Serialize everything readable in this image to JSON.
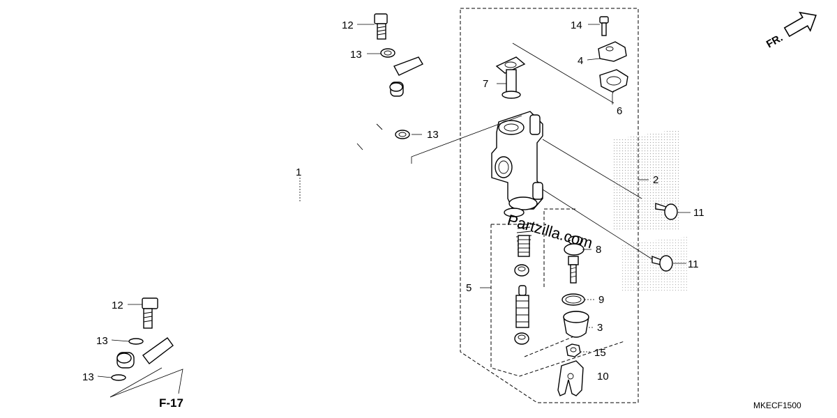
{
  "parts": [
    {
      "id": "p1",
      "number": "1"
    },
    {
      "id": "p2",
      "number": "2"
    },
    {
      "id": "p3",
      "number": "3"
    },
    {
      "id": "p4",
      "number": "4"
    },
    {
      "id": "p5",
      "number": "5"
    },
    {
      "id": "p6",
      "number": "6"
    },
    {
      "id": "p7",
      "number": "7"
    },
    {
      "id": "p8",
      "number": "8"
    },
    {
      "id": "p9",
      "number": "9"
    },
    {
      "id": "p10",
      "number": "10"
    },
    {
      "id": "p11a",
      "number": "11"
    },
    {
      "id": "p11b",
      "number": "11"
    },
    {
      "id": "p12a",
      "number": "12"
    },
    {
      "id": "p12b",
      "number": "12"
    },
    {
      "id": "p13a",
      "number": "13"
    },
    {
      "id": "p13b",
      "number": "13"
    },
    {
      "id": "p13c",
      "number": "13"
    },
    {
      "id": "p13d",
      "number": "13"
    },
    {
      "id": "p14",
      "number": "14"
    },
    {
      "id": "p15",
      "number": "15"
    }
  ],
  "reference": "F-17",
  "direction": "FR.",
  "watermark": "Partzilla.com",
  "diagram_code": "MKECF1500"
}
